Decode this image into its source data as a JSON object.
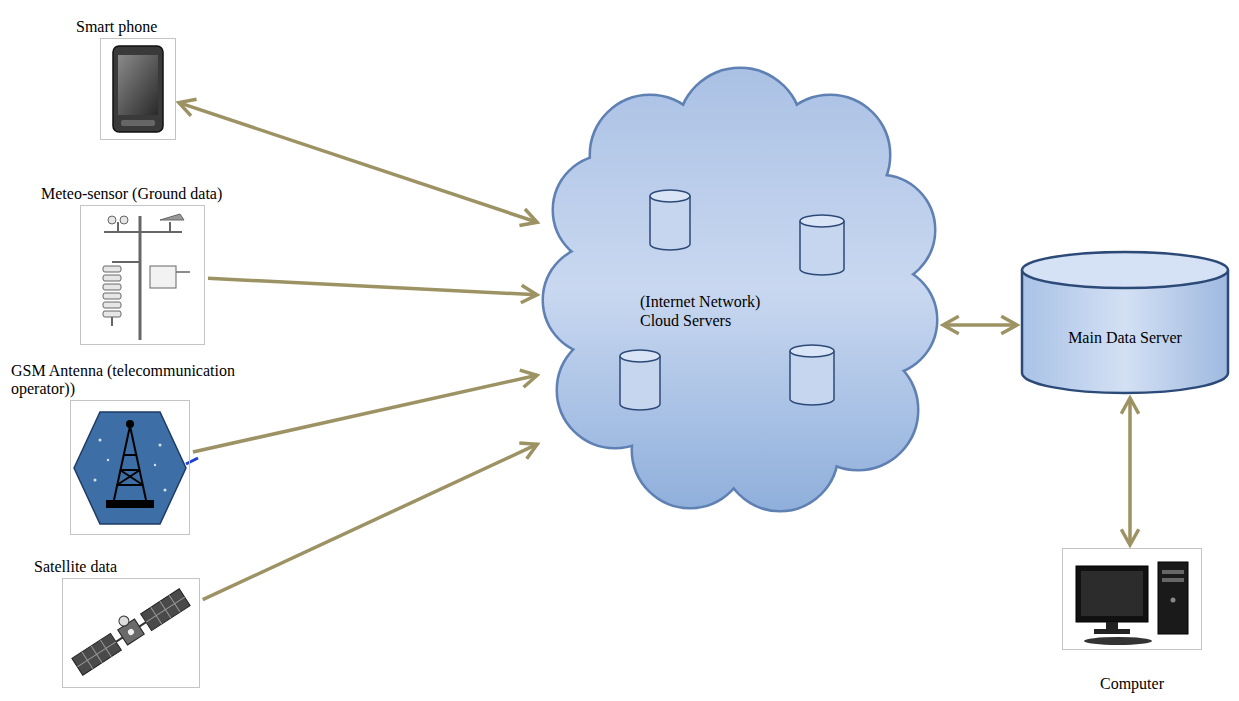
{
  "diagram": {
    "nodes": [
      {
        "text": [
          "Smart phone"
        ]
      },
      {
        "text": [
          "Meteo-sensor (Ground data)"
        ]
      },
      {
        "text": [
          "GSM Antenna (telecommunication operator))"
        ]
      },
      {
        "text": [
          "Satellite data"
        ]
      },
      {
        "text": [
          "(Internet Network) Cloud Servers"
        ]
      },
      {
        "text": [
          "Main Data Server"
        ]
      },
      {
        "text": [
          "Computer"
        ]
      }
    ],
    "edges": [
      {
        "from": 0,
        "to": 4,
        "arrow": "both"
      },
      {
        "from": 1,
        "to": 4,
        "arrow": "to"
      },
      {
        "from": 2,
        "to": 4,
        "arrow": "to"
      },
      {
        "from": 3,
        "to": 4,
        "arrow": "to"
      },
      {
        "from": 4,
        "to": 5,
        "arrow": "both"
      },
      {
        "from": 5,
        "to": 6,
        "arrow": "both"
      }
    ]
  }
}
